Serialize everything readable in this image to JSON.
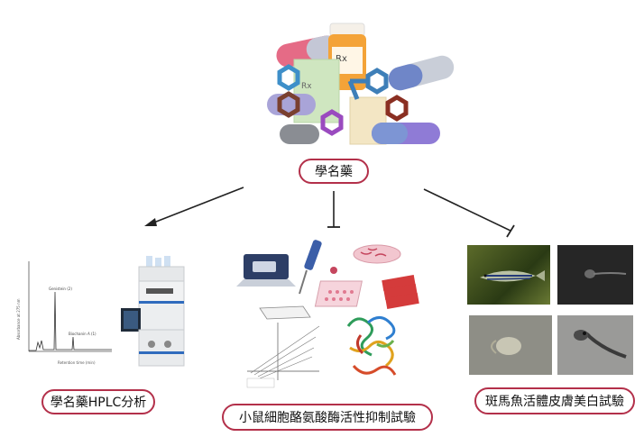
{
  "center_label": "學名藥",
  "left_label": "學名藥HPLC分析",
  "middle_label": "小鼠細胞酪氨酸酶活性抑制試驗",
  "right_label": "斑馬魚活體皮膚美白試驗",
  "chromatogram": {
    "ylabel": "Absorbance at 275 nm",
    "xlabel": "Retention time (min)",
    "peak1_label": "Genistein (2)",
    "peak2_label": "Biochanin A (1)"
  },
  "prescription_symbol": "Rx",
  "colors": {
    "pill_border": "#b3304a",
    "arrow": "#222222"
  }
}
